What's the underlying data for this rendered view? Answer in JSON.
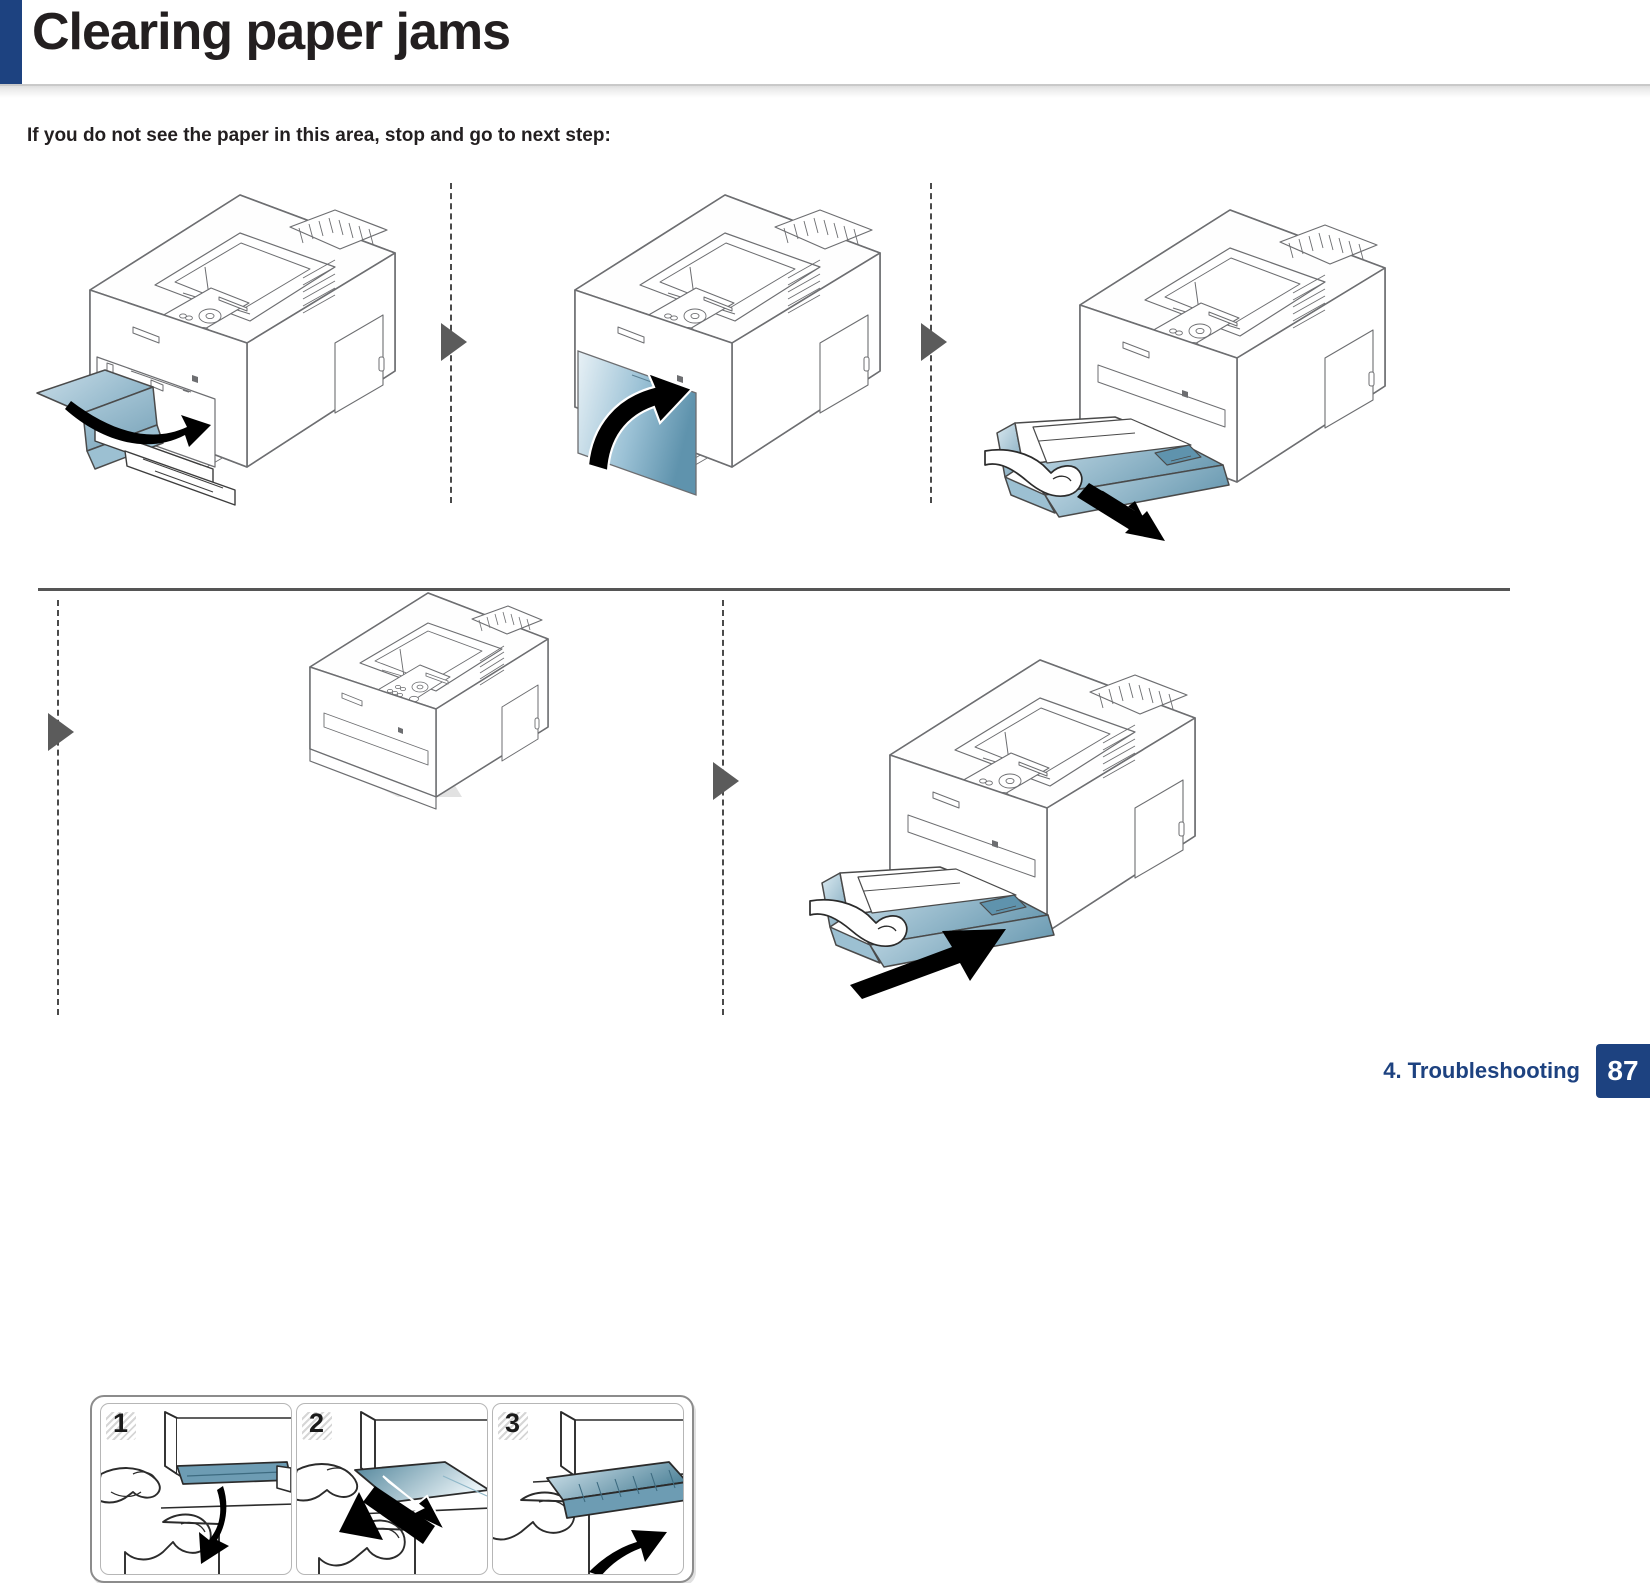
{
  "document": {
    "title": "Clearing paper jams",
    "intro": "If you do not see the paper in this area, stop and go to next step:",
    "accent_color": "#1d4280",
    "illustration_blue": "#7fa8bd",
    "illustration_line": "#6d6e71"
  },
  "footer": {
    "section": "4. Troubleshooting",
    "page_number": "87"
  },
  "steps_row1": [
    {
      "id": "step-open-mp-tray",
      "caption": "Printer with multi-purpose tray open and paper being removed",
      "arrow": "curved-down-left"
    },
    {
      "id": "step-close-front-cover",
      "caption": "Printer with front cover highlighted, arrow indicating close upward",
      "arrow": "curved-up-right"
    },
    {
      "id": "step-pull-out-tray",
      "caption": "Printer with paper tray being pulled out by hand",
      "arrow": "straight-down-left"
    }
  ],
  "steps_row2": [
    {
      "id": "step-tray-detail",
      "caption": "Printer with callout to detail of tray rear guide removal"
    },
    {
      "id": "step-reinsert-tray",
      "caption": "Printer with paper tray being pushed back in",
      "arrow": "straight-up-right"
    }
  ],
  "detail_panels": [
    {
      "number": "1",
      "caption": "Press down the rear tray guide latch"
    },
    {
      "number": "2",
      "caption": "Pull the rear guide cover out"
    },
    {
      "number": "3",
      "caption": "Lift and remove the rear guide cover"
    }
  ],
  "separators": [
    {
      "id": "separator-1",
      "icon": "triangle-right-icon"
    },
    {
      "id": "separator-2",
      "icon": "triangle-right-icon"
    },
    {
      "id": "separator-3",
      "icon": "triangle-right-icon"
    },
    {
      "id": "separator-4",
      "icon": "triangle-right-icon"
    }
  ]
}
